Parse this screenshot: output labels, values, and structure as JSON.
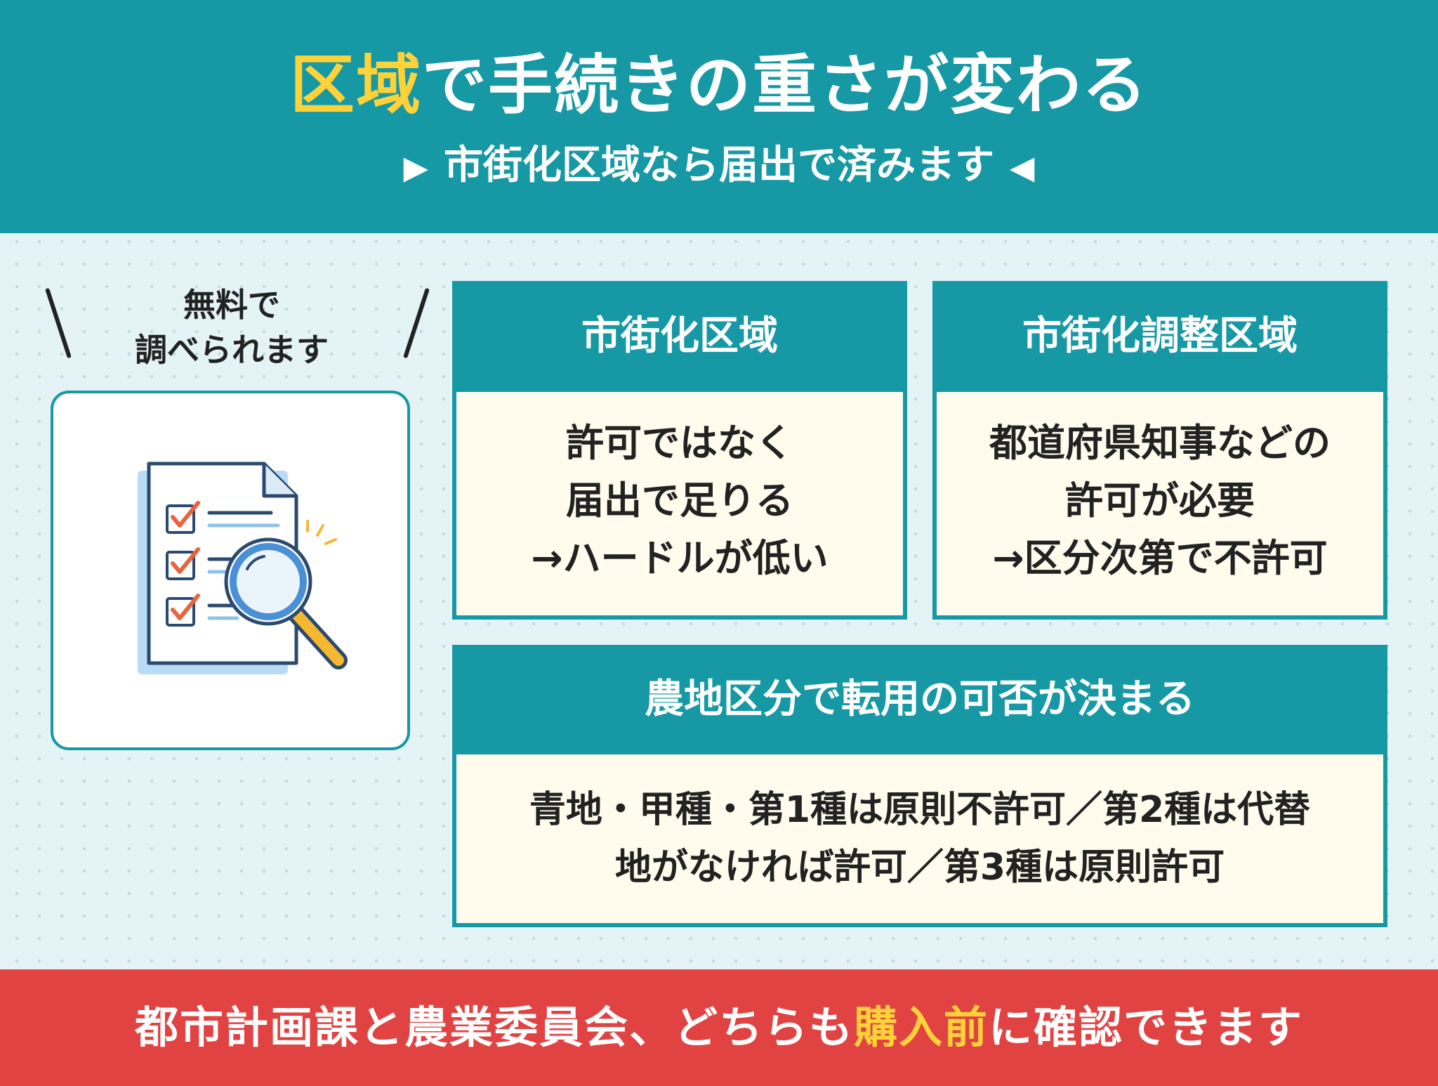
{
  "header": {
    "title_highlight": "区域",
    "title_rest": "で手続きの重さが変わる",
    "subtitle_left_marker": "▶",
    "subtitle": "市街化区域なら届出で済みます",
    "subtitle_right_marker": "◀"
  },
  "bubble": {
    "line1": "無料で",
    "line2": "調べられます"
  },
  "illustration": {
    "icon": "document-checklist-magnifier-icon",
    "colors": {
      "outline": "#2b4a6f",
      "check": "#e8643c",
      "accent": "#f6b731",
      "doc_shadow": "#b8dcf5"
    }
  },
  "boxes": [
    {
      "header": "市街化区域",
      "lines": [
        "許可ではなく",
        "届出で足りる",
        "→ハードルが低い"
      ]
    },
    {
      "header": "市街化調整区域",
      "lines": [
        "都道府県知事などの",
        "許可が必要",
        "→区分次第で不許可"
      ]
    },
    {
      "header": "農地区分で転用の可否が決まる",
      "lines": [
        "青地・甲種・第1種は原則不許可／第2種は代替",
        "地がなければ許可／第3種は原則許可"
      ]
    }
  ],
  "footer": {
    "text_before": "都市計画課と農業委員会、どちらも",
    "highlight": "購入前",
    "text_after": "に確認できます"
  },
  "colors": {
    "teal": "#1699a5",
    "yellow": "#ffd23a",
    "red": "#e14242",
    "cream": "#fffcee",
    "background": "#e4f3f6"
  }
}
